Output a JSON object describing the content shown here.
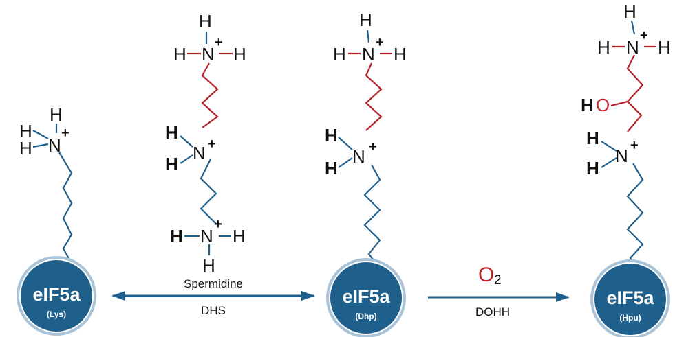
{
  "colors": {
    "protein": "#1f5f8b",
    "protein_ring": "#a9c4d8",
    "spermidine_chain": "#b3222a",
    "oxygen": "#c0282e"
  },
  "atoms": {
    "h": "H",
    "n": "N",
    "plus": "+",
    "o": "O"
  },
  "proteins": [
    {
      "title": "eIF5a",
      "subtitle": "(Lys)"
    },
    {
      "title": "eIF5a",
      "subtitle": "(Dhp)"
    },
    {
      "title": "eIF5a",
      "subtitle": "(Hpu)"
    }
  ],
  "reaction1": {
    "top_label": "Spermidine",
    "bottom_label": "DHS"
  },
  "reaction2": {
    "reagent": "O",
    "reagent_subscript": "2",
    "bottom_label": "DOHH"
  },
  "hydroxyl": {
    "h": "H",
    "o": "O"
  }
}
